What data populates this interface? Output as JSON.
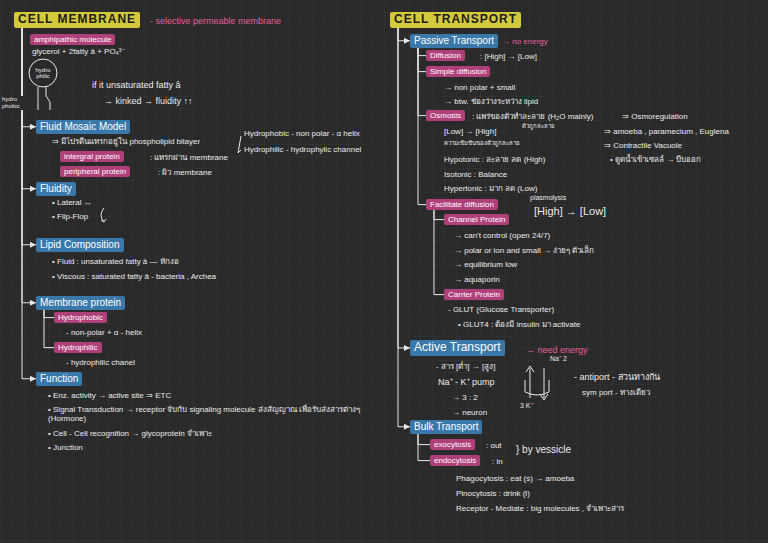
{
  "diagram": {
    "nodes": [
      {
        "text": [
          "CELL MEMBRANE"
        ]
      },
      {
        "text": [
          "amphipathic molecule"
        ]
      },
      {
        "text": [
          "hydro philic"
        ]
      },
      {
        "text": [
          "Fluid Mosaic Model"
        ]
      },
      {
        "text": [
          "intergral protein"
        ]
      },
      {
        "text": [
          "peripheral protein"
        ]
      },
      {
        "text": [
          "Fluidity"
        ]
      },
      {
        "text": [
          "Lipid Composition"
        ]
      },
      {
        "text": [
          "Membrane protein"
        ]
      },
      {
        "text": [
          "Hydrophobic"
        ]
      },
      {
        "text": [
          "Hydrophilic"
        ]
      },
      {
        "text": [
          "Function"
        ]
      },
      {
        "text": [
          "CELL TRANSPORT"
        ]
      },
      {
        "text": [
          "Passive Transport"
        ]
      },
      {
        "text": [
          "Diffusion"
        ]
      },
      {
        "text": [
          "Simple diffusion"
        ]
      },
      {
        "text": [
          "Osmosis"
        ]
      },
      {
        "text": [
          "Facilitate diffusion"
        ]
      },
      {
        "text": [
          "Channel Protein"
        ]
      },
      {
        "text": [
          "Carrier Protein"
        ]
      },
      {
        "text": [
          "Active Transport"
        ]
      },
      {
        "text": [
          "Bulk Transport"
        ]
      },
      {
        "text": [
          "exocytosis"
        ]
      },
      {
        "text": [
          "endocytosis"
        ]
      }
    ],
    "edges": [
      {
        "from": 0,
        "to": 3,
        "arrow": "to"
      },
      {
        "from": 0,
        "to": 6,
        "arrow": "to"
      },
      {
        "from": 0,
        "to": 7,
        "arrow": "to"
      },
      {
        "from": 0,
        "to": 8,
        "arrow": "to"
      },
      {
        "from": 0,
        "to": 11,
        "arrow": "to"
      },
      {
        "from": 8,
        "to": 9,
        "arrow": "none"
      },
      {
        "from": 8,
        "to": 10,
        "arrow": "none"
      },
      {
        "from": 12,
        "to": 13,
        "arrow": "to"
      },
      {
        "from": 12,
        "to": 20,
        "arrow": "to"
      },
      {
        "from": 12,
        "to": 21,
        "arrow": "to"
      },
      {
        "from": 13,
        "to": 14,
        "arrow": "none"
      },
      {
        "from": 13,
        "to": 15,
        "arrow": "none"
      },
      {
        "from": 13,
        "to": 16,
        "arrow": "none"
      },
      {
        "from": 13,
        "to": 17,
        "arrow": "none"
      },
      {
        "from": 17,
        "to": 18,
        "arrow": "none"
      },
      {
        "from": 17,
        "to": 19,
        "arrow": "none"
      },
      {
        "from": 21,
        "to": 22,
        "arrow": "none"
      },
      {
        "from": 21,
        "to": 23,
        "arrow": "none"
      }
    ],
    "labels": [
      "- selective permeable membrane",
      "glycerol + 2fatty â + PO₄³⁻",
      "hydro phobic",
      "if it unsaturated fatty â",
      "→ kinked → fluidity ↑↑",
      "⇒ มีโปรตีนแทรกอยู่ใน phospholipid bilayer",
      ": แทรกผ่าน membrane",
      ": ผิว membrane",
      "Hydrophobic - non polar - α helix",
      "Hydrophilic - hydrophylic channel",
      "• Lateral ↔",
      "• Flip-Flop",
      "• Fluid : unsaturated fatty â — หักงอ",
      "• Viscous : saturated fatty â - bacteria , Archea",
      "- non-polar + α - helix",
      "- hydrophilic chanel",
      "• Enz. activity → active site ⇒ ETC",
      "• Signal Transduction → receptor จับกับ signaling molecule ส่งสัญญาณ เพื่อรับส่งสารต่างๆ (Hormone)",
      "• Cell - Cell recognition → glycoprotein จำเพาะ",
      "• Junction",
      "→ no energy",
      ": [High] → [Low]",
      "→ non polar + small",
      "→ btw. ช่องว่างระหว่าง lipid",
      ": แพร่ของตัวทำละลาย (H₂O mainly)",
      "⇒ Osmoregulation",
      "⇒ amoeba , paramecium , Euglena",
      "⇒ Contractile Vacuole",
      "• ดูดน้ำเข้าเซลล์ → บีบออก",
      "[Low] → [High]",
      "ตัวถูกละลาย",
      "ความเข้มข้นของตัวถูกละลาย",
      "Hypotonic : ละลาย ลด (High)",
      "Isotonic : Balance",
      "Hypertonic : มาก ลด (Low)",
      "plasmolysis",
      "[High] → [Low]",
      "→ can't control (open 24/7)",
      "→ polar or ion and small → ง่ายๆ ตัวเล็ก",
      "→ equilibrium low",
      "→ aquaporin",
      "- GLUT (Glucose Transporter)",
      "• GLUT4 : ต้องมี insulin มา activate",
      "→ need energy",
      "- สาร [ต่ำ] → [สูง]",
      "Na⁺ - K⁺ pump",
      "→ 3 : 2",
      "→ neuron",
      "Na⁺ 2",
      "3 K⁺",
      "- antiport - สวนทางกัน",
      "sym port - ทางเดียว",
      ": out",
      ": in",
      "} by vessicle",
      "Phagocytosis : eat (s) → amoeba",
      "Pinocytosis : drink (l)",
      "Receptor - Mediate : big molecules , จำเพาะสาร"
    ]
  }
}
